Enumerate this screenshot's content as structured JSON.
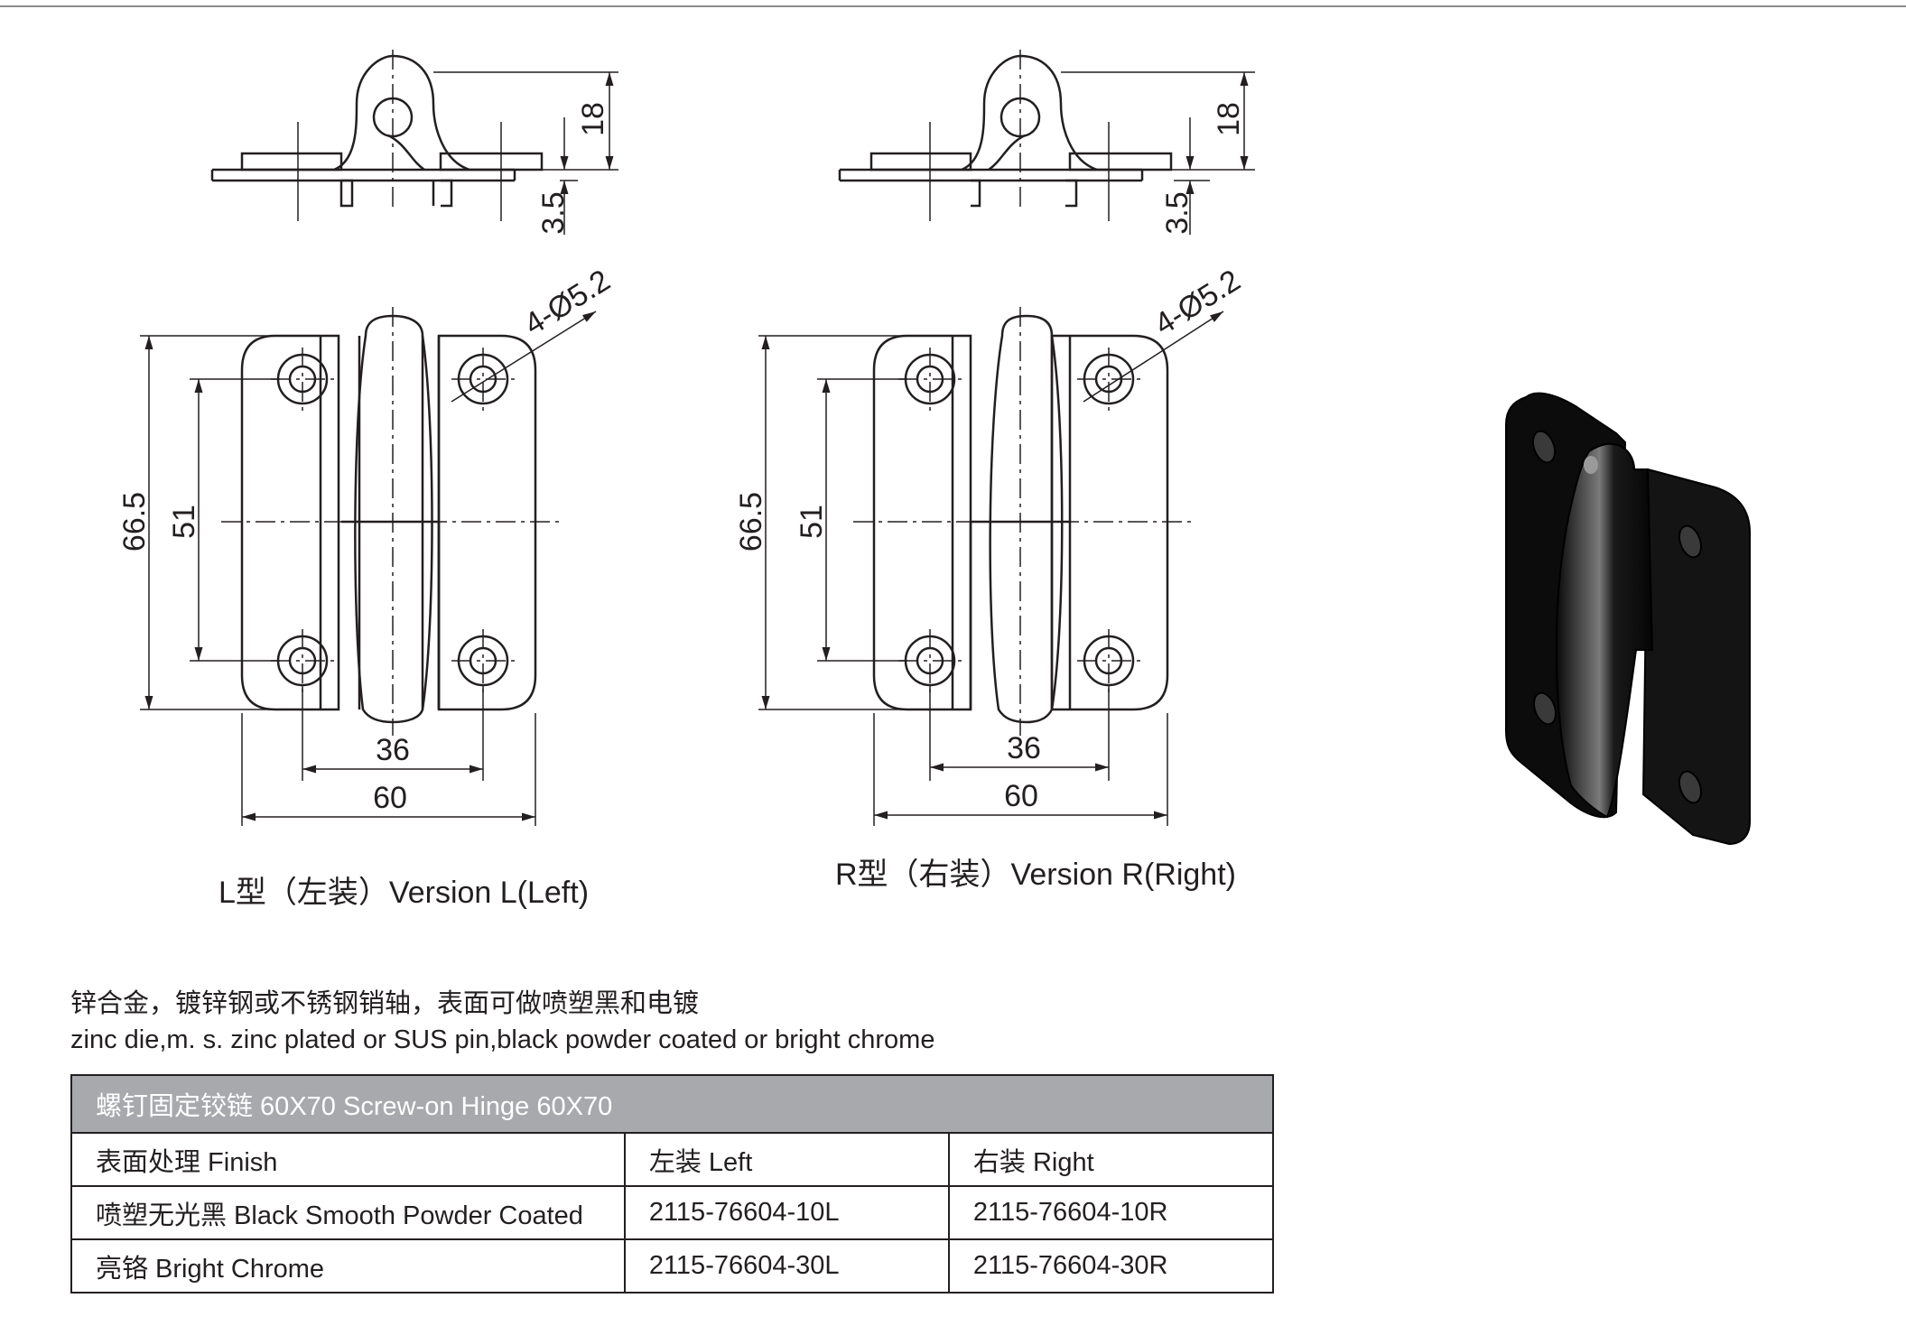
{
  "dimensions": {
    "height_18": "18",
    "thickness_3_5": "3.5",
    "holes": "4-Ø5.2",
    "overall_height": "66.5",
    "hole_pitch_v": "51",
    "hole_pitch_h": "36",
    "overall_width": "60"
  },
  "captions": {
    "left": "L型（左装）Version L(Left)",
    "right": "R型（右装）Version R(Right)"
  },
  "material": {
    "zh": "锌合金，镀锌钢或不锈钢销轴，表面可做喷塑黑和电镀",
    "en": "zinc die,m. s.  zinc  plated or SUS pin,black powder coated or bright chrome"
  },
  "table": {
    "title": "螺钉固定铰链 60X70  Screw-on Hinge 60X70",
    "header": [
      "表面处理 Finish",
      "左装 Left",
      "右装 Right"
    ],
    "rows": [
      [
        "喷塑无光黑 Black Smooth Powder Coated",
        "2115-76604-10L",
        "2115-76604-10R"
      ],
      [
        "亮铬 Bright Chrome",
        "2115-76604-30L",
        "2115-76604-30R"
      ]
    ]
  },
  "colors": {
    "line": "#231f20",
    "table_header_bg": "#a7a9ac",
    "product": "#111111"
  }
}
